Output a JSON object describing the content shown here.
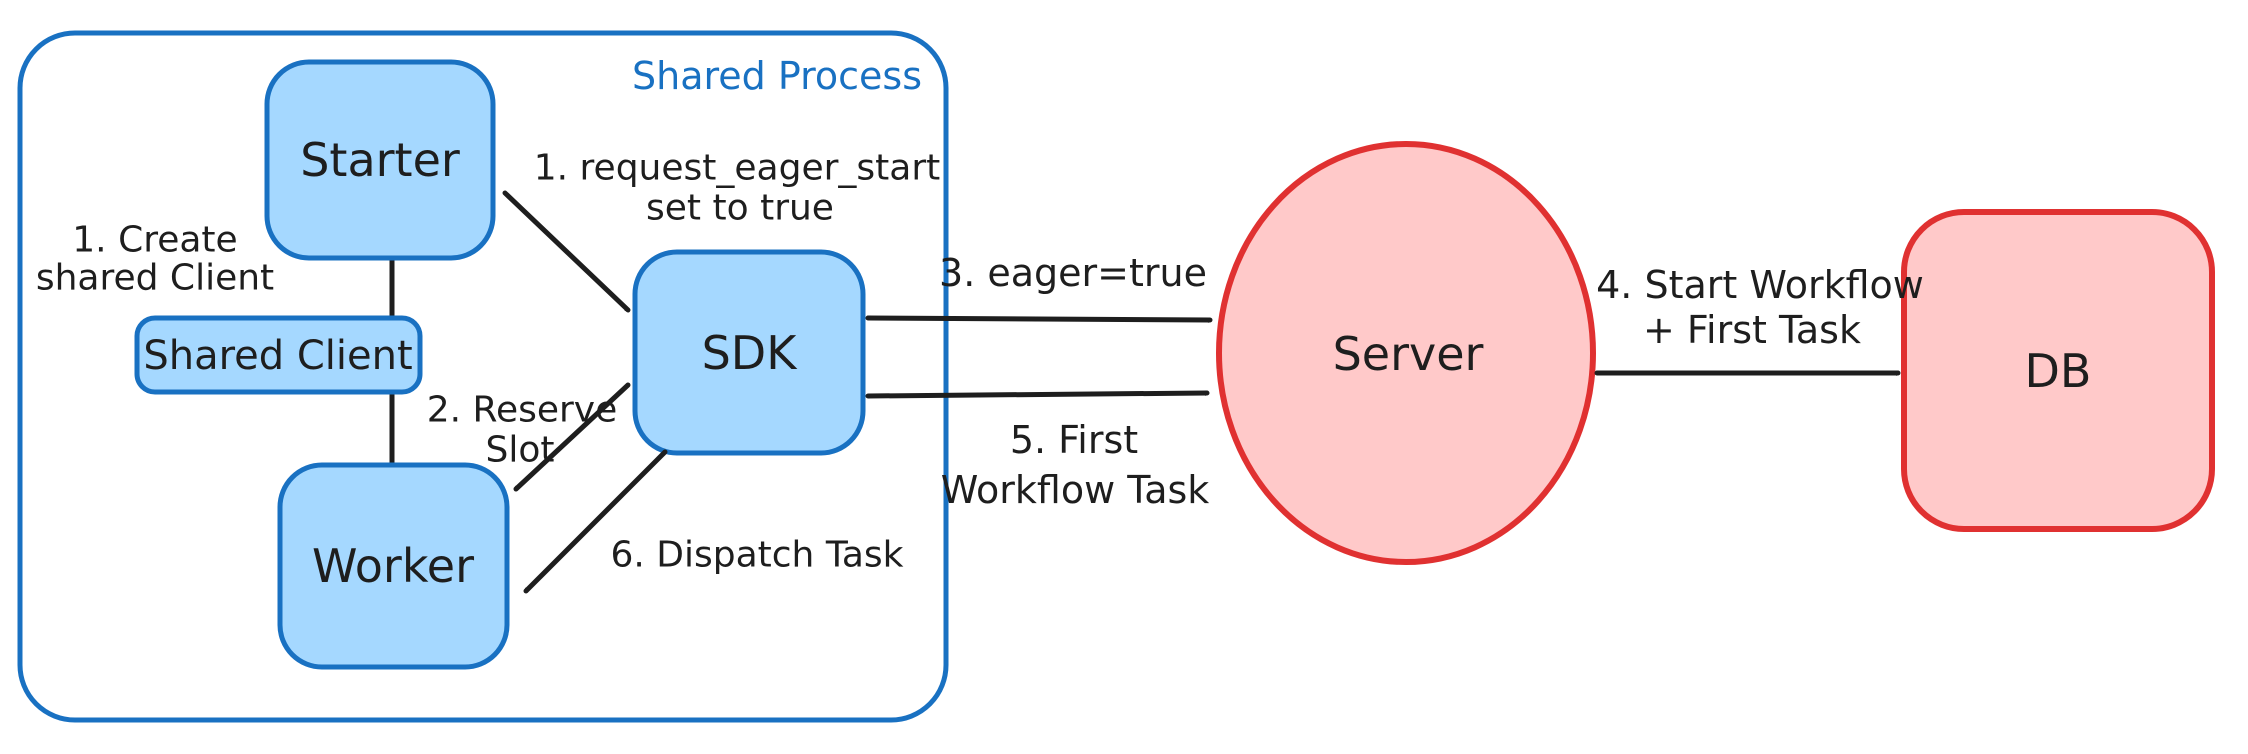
{
  "diagram": {
    "container": {
      "label": "Shared Process"
    },
    "nodes": {
      "starter": "Starter",
      "shared_client": "Shared Client",
      "worker": "Worker",
      "sdk": "SDK",
      "server": "Server",
      "db": "DB"
    },
    "annotations": {
      "create_client_l1": "1. Create",
      "create_client_l2": "shared Client",
      "request_eager_l1": "1. request_eager_start",
      "request_eager_l2": "set to true",
      "reserve_slot_l1": "2. Reserve",
      "reserve_slot_l2": "Slot",
      "eager_true": "3. eager=true",
      "start_workflow_l1": "4. Start Workflow",
      "start_workflow_l2": "+ First Task",
      "first_task_l1": "5. First",
      "first_task_l2": "Workflow Task",
      "dispatch_task": "6. Dispatch Task"
    },
    "colors": {
      "blue_stroke": "#1971c2",
      "blue_fill": "#a5d8ff",
      "red_stroke": "#e03131",
      "red_fill": "#ffc9c9",
      "ink": "#1e1e1e",
      "background": "#ffffff"
    }
  }
}
